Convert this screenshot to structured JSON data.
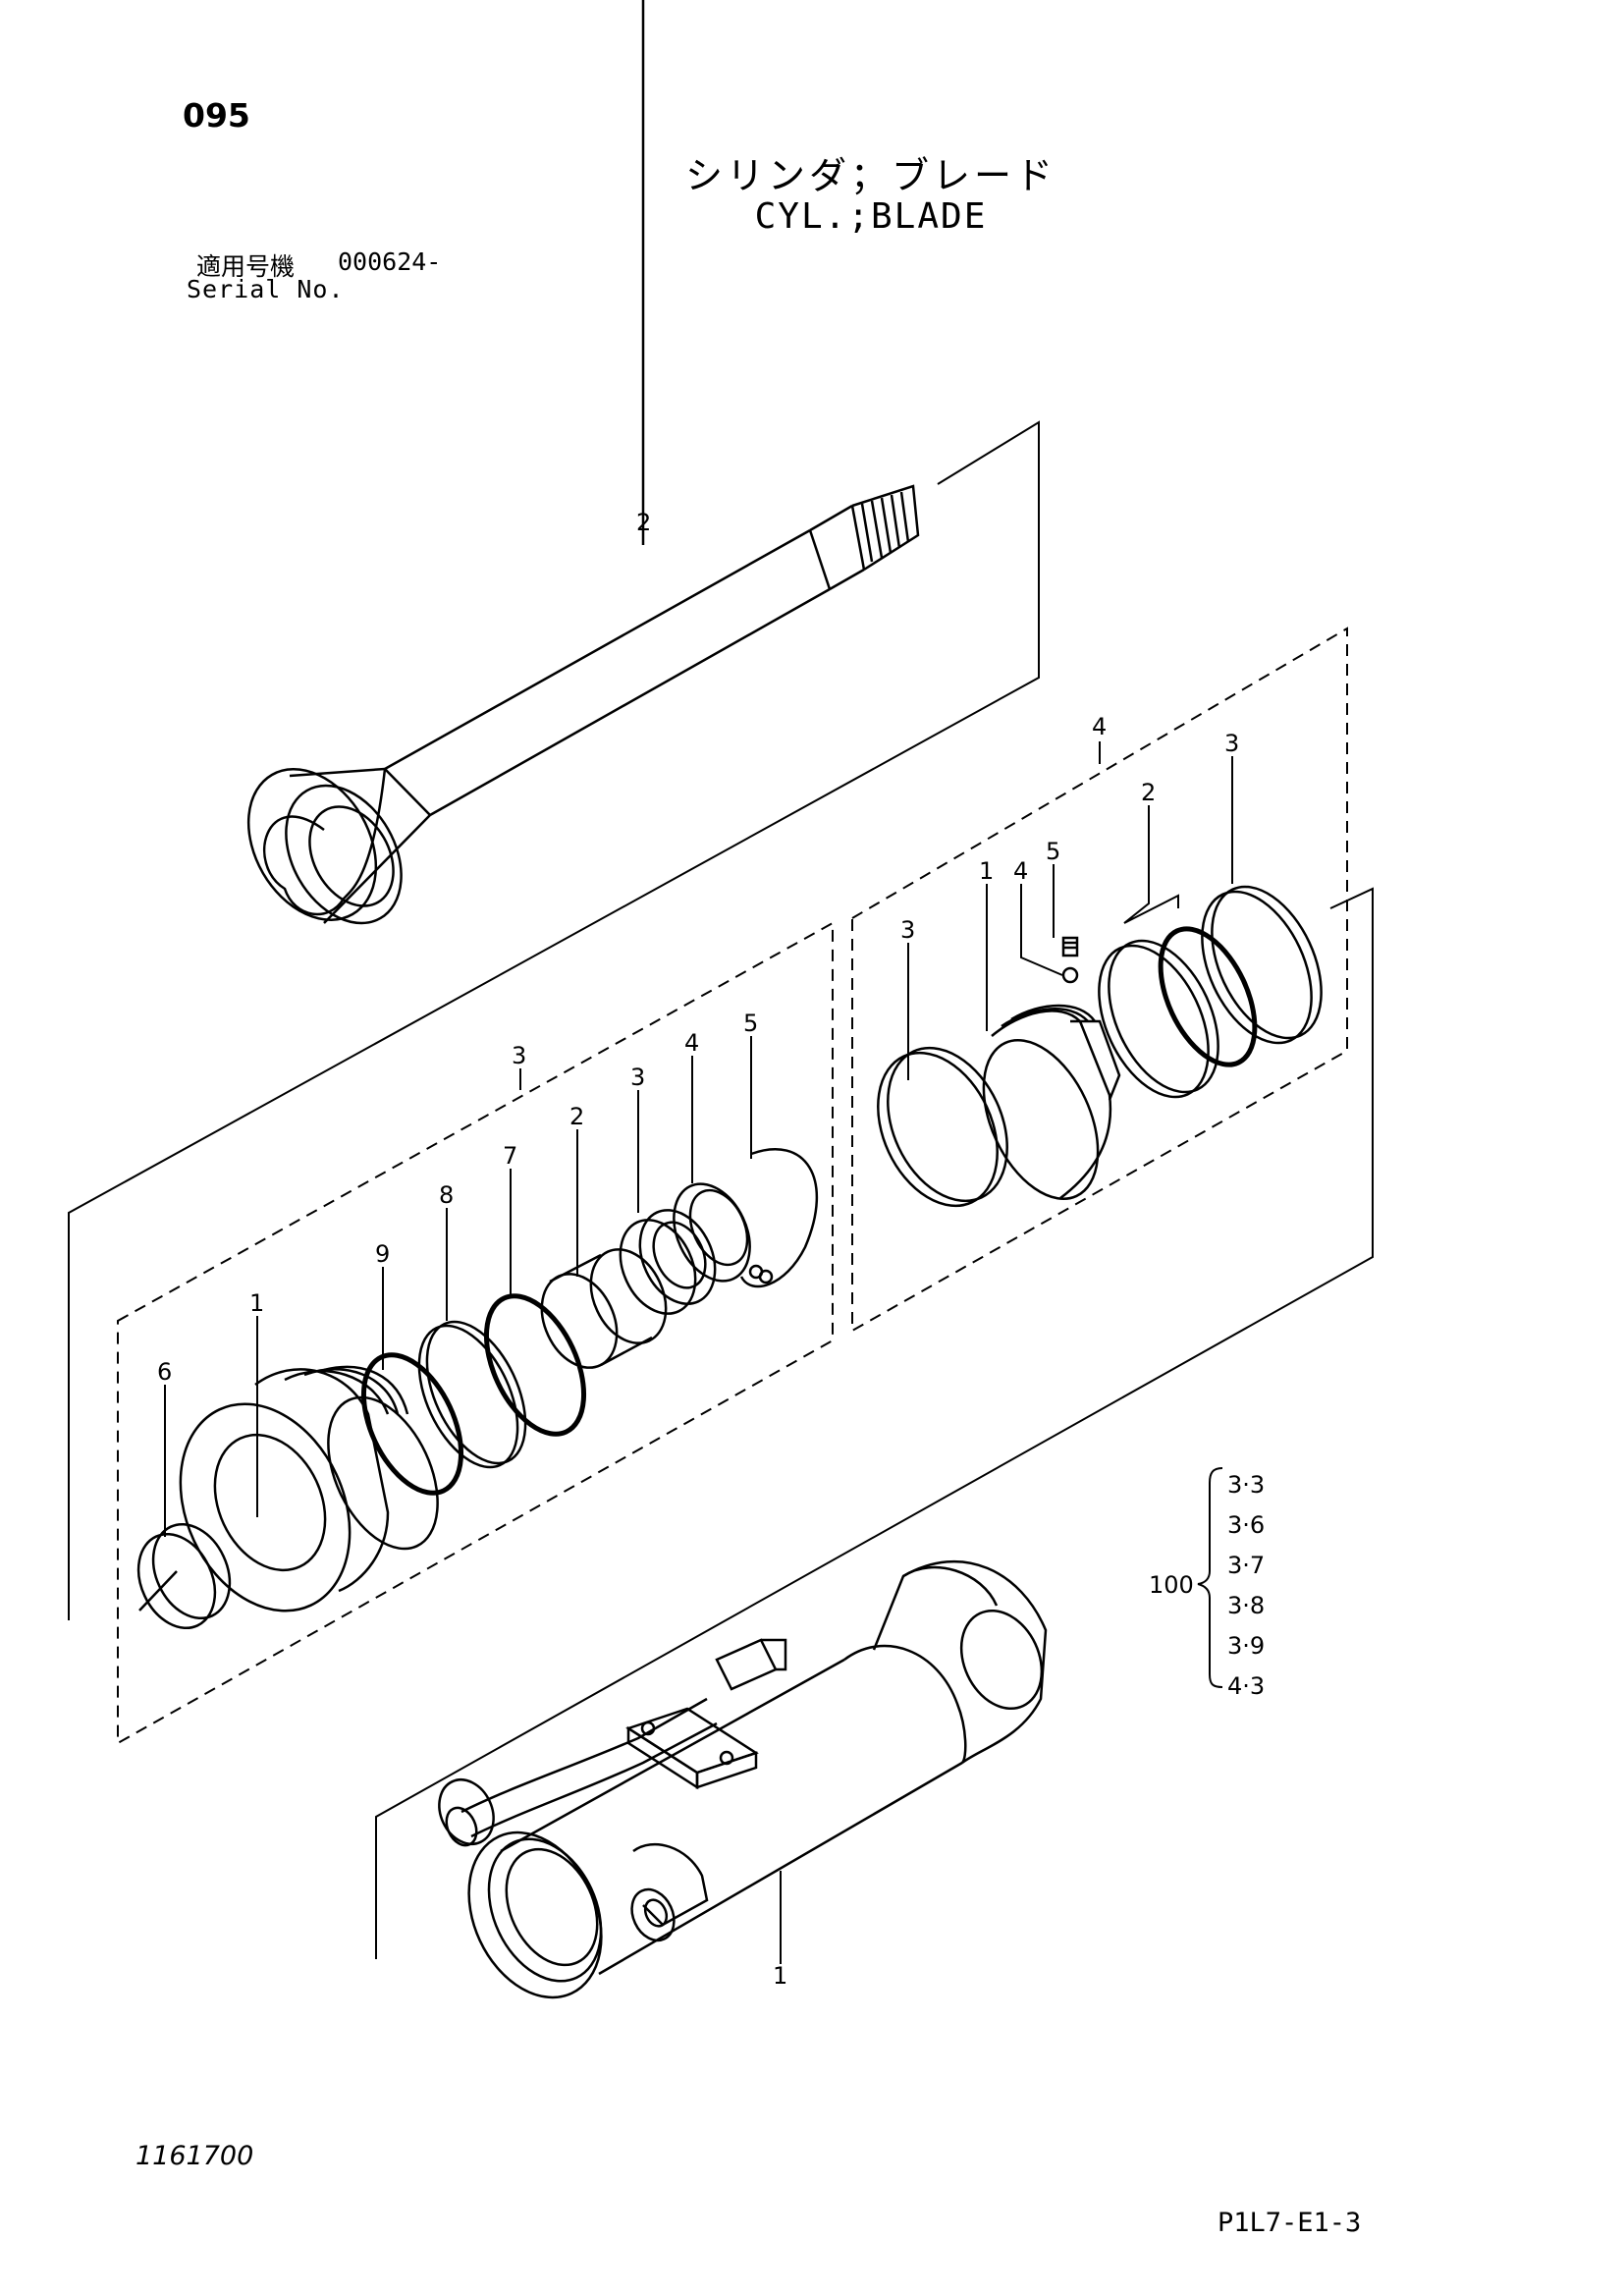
{
  "header": {
    "page_number": "095",
    "title_jp": "シリンダ；ブレード",
    "title_en": "CYL.;BLADE",
    "serial_label_jp": "適用号機",
    "serial_value": "000624-",
    "serial_label_en": "Serial No."
  },
  "callouts": {
    "rod": "2",
    "head_group": "3",
    "head_1": "1",
    "head_2": "2",
    "head_3": "3",
    "head_4": "4",
    "head_5": "5",
    "head_6": "6",
    "head_7": "7",
    "head_8": "8",
    "head_9": "9",
    "piston_group": "4",
    "piston_1": "1",
    "piston_2": "2",
    "piston_3a": "3",
    "piston_3b": "3",
    "piston_4": "4",
    "piston_5": "5",
    "tube": "1"
  },
  "seal_kit": {
    "label": "100",
    "items": [
      "3·3",
      "3·6",
      "3·7",
      "3·8",
      "3·9",
      "4·3"
    ]
  },
  "footer": {
    "drawing_number": "1161700",
    "page_code": "P1L7-E1-3"
  }
}
